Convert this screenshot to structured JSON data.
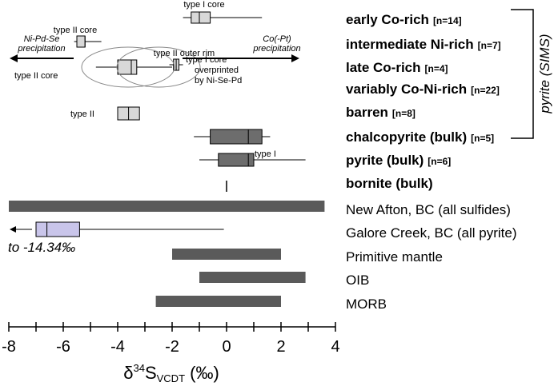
{
  "chart_data": {
    "type": "boxplot",
    "xlabel_prefix": "δ",
    "xlabel_sup": "34",
    "xlabel_main": "S",
    "xlabel_sub": "VCDT",
    "xlabel_unit": " (‰)",
    "xlim": [
      -8,
      4
    ],
    "xticks": [
      -8,
      -6,
      -4,
      -2,
      0,
      2,
      4
    ],
    "rows": [
      {
        "name": "early Co-rich",
        "count": "[n=14]",
        "bold": true
      },
      {
        "name": "intermediate Ni-rich",
        "count": "[n=7]",
        "bold": true
      },
      {
        "name": "late Co-rich",
        "count": "[n=4]",
        "bold": true
      },
      {
        "name": "variably Co-Ni-rich",
        "count": "[n=22]",
        "bold": true
      },
      {
        "name": "barren",
        "count": "[n=8]",
        "bold": true
      },
      {
        "name": "chalcopyrite (bulk)",
        "count": "[n=5]",
        "bold": true
      },
      {
        "name": "pyrite (bulk)",
        "count": "[n=6]",
        "bold": true
      },
      {
        "name": "bornite (bulk)",
        "count": "",
        "bold": true
      },
      {
        "name": "New Afton, BC (all sulfides)",
        "count": "",
        "bold": false
      },
      {
        "name": "Galore Creek, BC (all pyrite)",
        "count": "",
        "bold": false
      },
      {
        "name": "Primitive mantle",
        "count": "",
        "bold": false
      },
      {
        "name": "OIB",
        "count": "",
        "bold": false
      },
      {
        "name": "MORB",
        "count": "",
        "bold": false
      }
    ],
    "bracket_label": "pyrite (SIMS)",
    "boxes": [
      {
        "label": "type I core",
        "min": -1.6,
        "q1": -1.3,
        "median": -1.0,
        "q3": -0.6,
        "max": 1.3,
        "color": "#d8d8d8"
      },
      {
        "label": "type II core",
        "min": -5.6,
        "q1": -5.5,
        "median": -5.2,
        "q3": -5.2,
        "max": -4.6,
        "color": "#d8d8d8"
      },
      {
        "label": "type II outer rim",
        "min": -2.1,
        "q1": -1.95,
        "median": -1.85,
        "q3": -1.75,
        "max": -1.6,
        "color": "#d8d8d8"
      },
      {
        "label": "type II core",
        "min": -4.8,
        "q1": -4.0,
        "median": -3.5,
        "q3": -3.3,
        "max": -2.0,
        "color": "#d8d8d8"
      },
      {
        "label": "type II",
        "min": -4.0,
        "q1": -4.0,
        "median": -3.6,
        "q3": -3.2,
        "max": -3.2,
        "color": "#d8d8d8"
      },
      {
        "label": "",
        "min": -1.2,
        "q1": -0.6,
        "median": 0.8,
        "q3": 1.3,
        "max": 1.6,
        "color": "#6d6d6d"
      },
      {
        "label": "type I",
        "min": -1.0,
        "q1": -0.3,
        "median": 0.8,
        "q3": 1.0,
        "max": 2.9,
        "color": "#6d6d6d"
      },
      {
        "label": "",
        "min": 0.0,
        "q1": 0.0,
        "median": 0.0,
        "q3": 0.0,
        "max": 0.0,
        "color": "#000000"
      },
      {
        "label": "",
        "min": -7.0,
        "q1": -7.0,
        "median": -6.6,
        "q3": -5.4,
        "max": -0.1,
        "color": "#c9c5ea"
      }
    ],
    "ranges": [
      {
        "row": 8,
        "min": -8.0,
        "max": 3.6,
        "color": "#5a5a5a"
      },
      {
        "row": 10,
        "min": -2.0,
        "max": 2.0,
        "color": "#5a5a5a"
      },
      {
        "row": 11,
        "min": -1.0,
        "max": 2.9,
        "color": "#5a5a5a"
      },
      {
        "row": 12,
        "min": -2.6,
        "max": 2.0,
        "color": "#5a5a5a"
      }
    ],
    "annotations": {
      "ni_pd_se_line1": "Ni-Pd-Se",
      "ni_pd_se_line2": "precipitation",
      "co_pt_line1": "Co(-Pt)",
      "co_pt_line2": "precipitation",
      "overprint_line1": "type I core",
      "overprint_line2": "overprinted",
      "overprint_line3": "by Ni-Se-Pd",
      "galore_min": "to -14.34‰"
    }
  }
}
